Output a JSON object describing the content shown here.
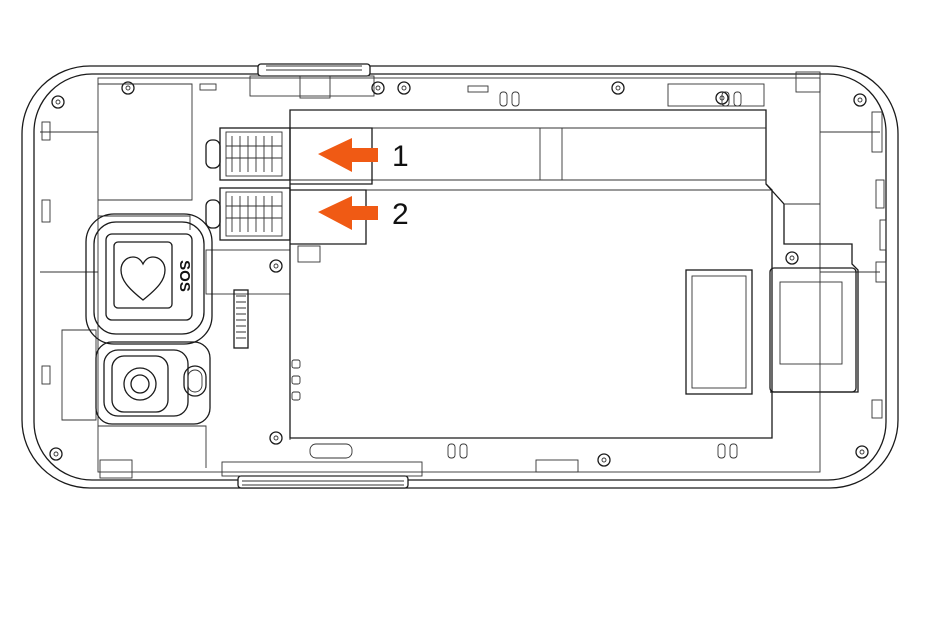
{
  "figure": {
    "slot_labels": [
      "1",
      "2"
    ],
    "button_label": "SOS",
    "colors": {
      "arrow": "#f05a14",
      "line": "#1a1a1a",
      "background": "#ffffff"
    },
    "icons": [
      "heart-icon",
      "camera-lens-icon",
      "screw-hole-icon"
    ]
  }
}
